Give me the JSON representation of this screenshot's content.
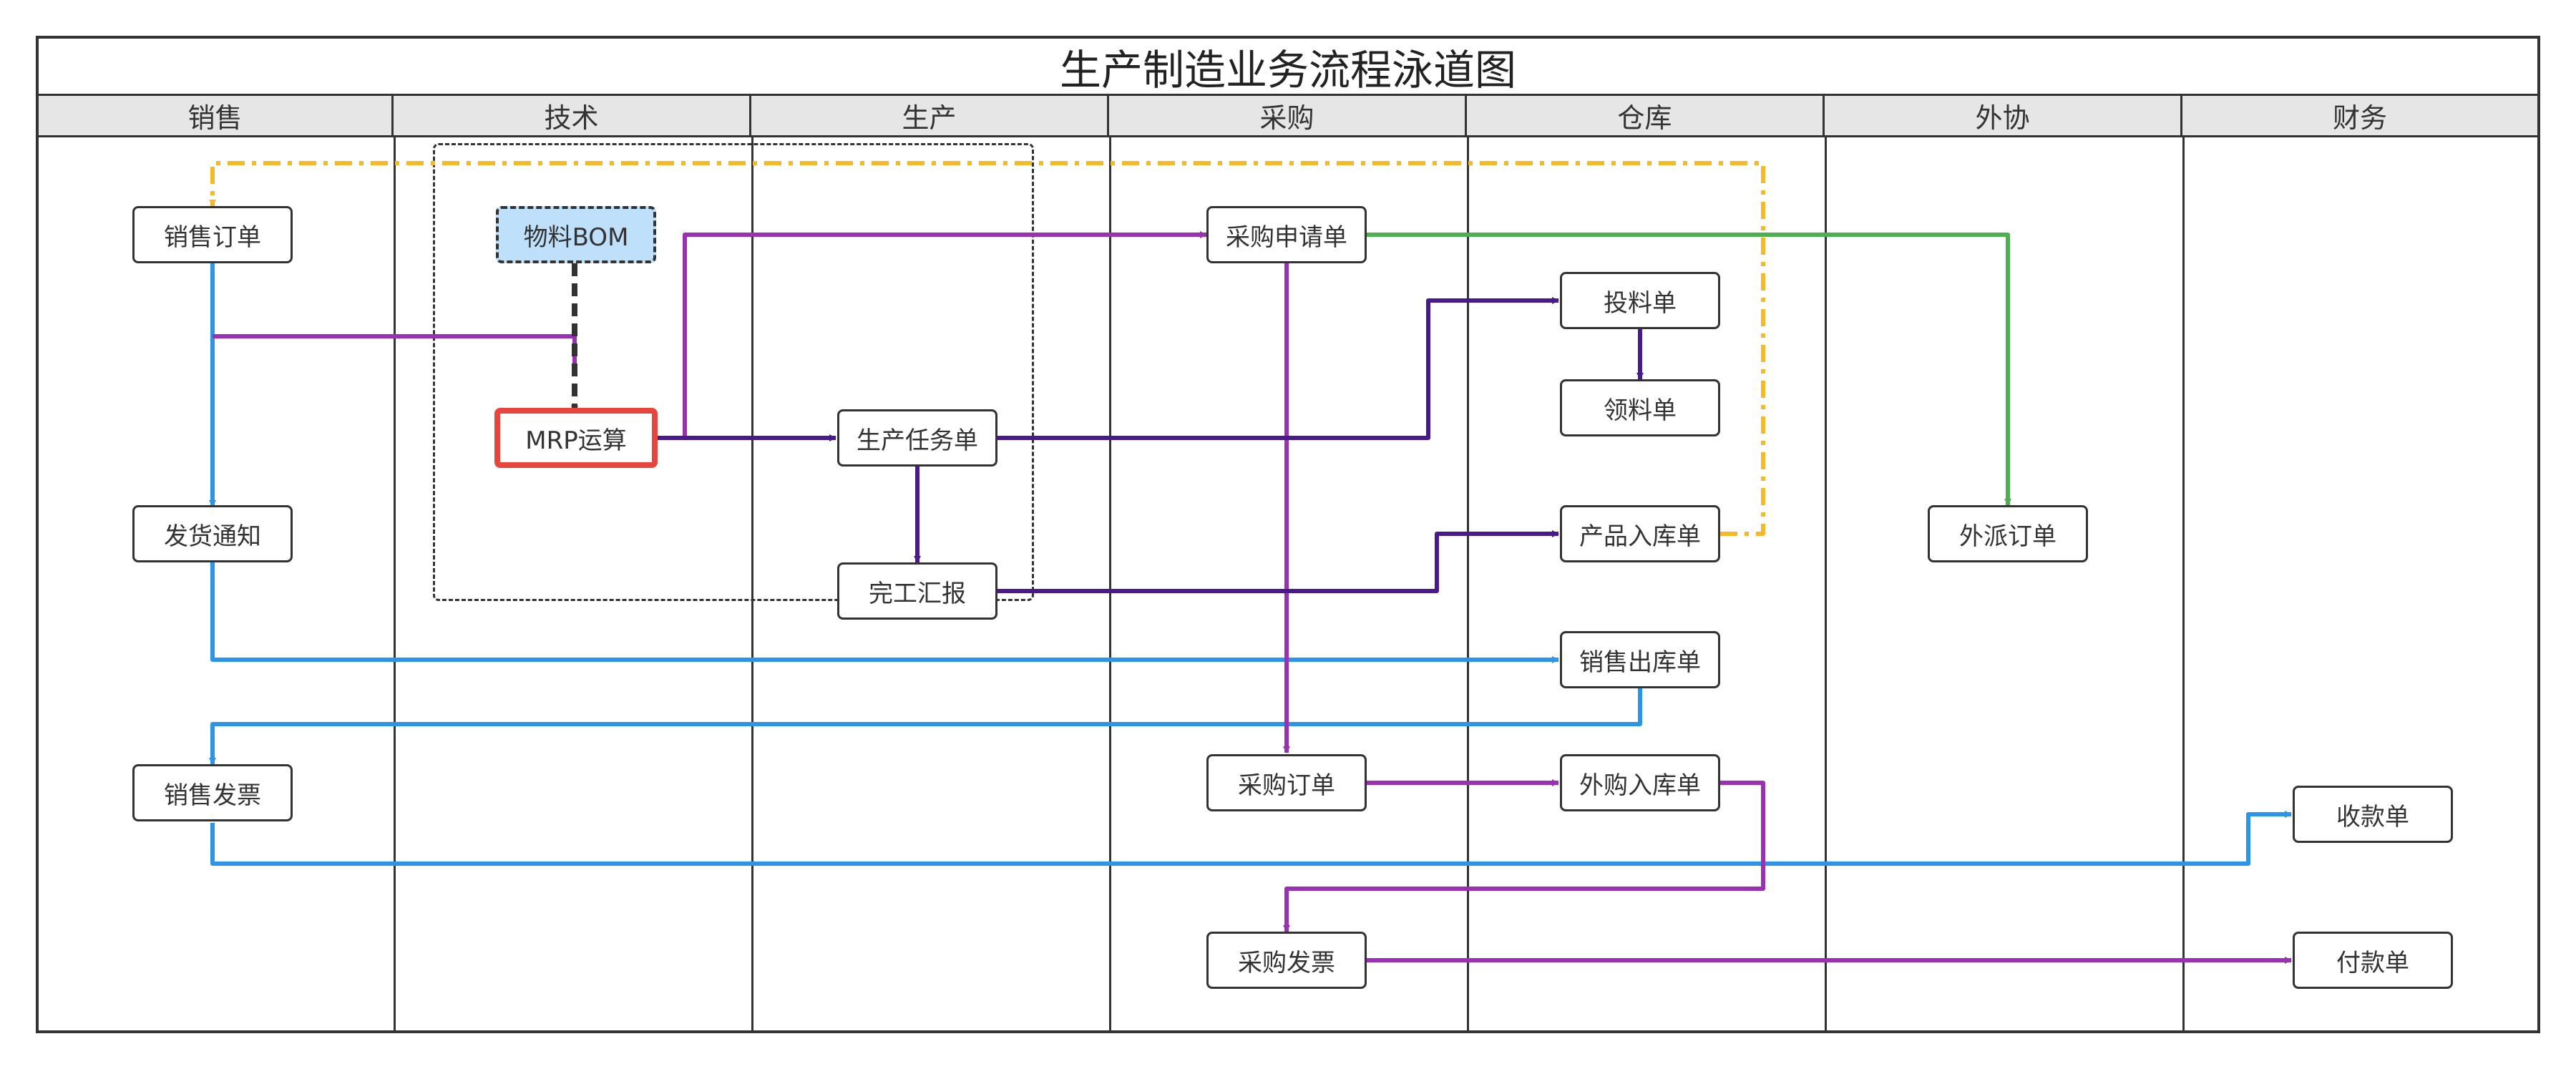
{
  "title": "生产制造业务流程泳道图",
  "lanes": [
    "销售",
    "技术",
    "生产",
    "采购",
    "仓库",
    "外协",
    "财务"
  ],
  "nodes": {
    "sales_order": "销售订单",
    "ship_notice": "发货通知",
    "sales_invoice": "销售发票",
    "bom": "物料BOM",
    "mrp": "MRP运算",
    "prod_task": "生产任务单",
    "completion": "完工汇报",
    "purchase_req": "采购申请单",
    "purchase_order": "采购订单",
    "purchase_invoice": "采购发票",
    "feed_order": "投料单",
    "pick_order": "领料单",
    "product_in": "产品入库单",
    "sales_out": "销售出库单",
    "purchase_in": "外购入库单",
    "outsource_order": "外派订单",
    "receipt": "收款单",
    "payment": "付款单"
  },
  "colors": {
    "blue": "#2b95e9",
    "purple": "#9b30b5",
    "dark_purple": "#4a1a8c",
    "green": "#4caf50",
    "orange": "#f7b928",
    "dark": "#333333",
    "highlight": "#e8453c",
    "bom_fill": "#bfe0fa"
  }
}
